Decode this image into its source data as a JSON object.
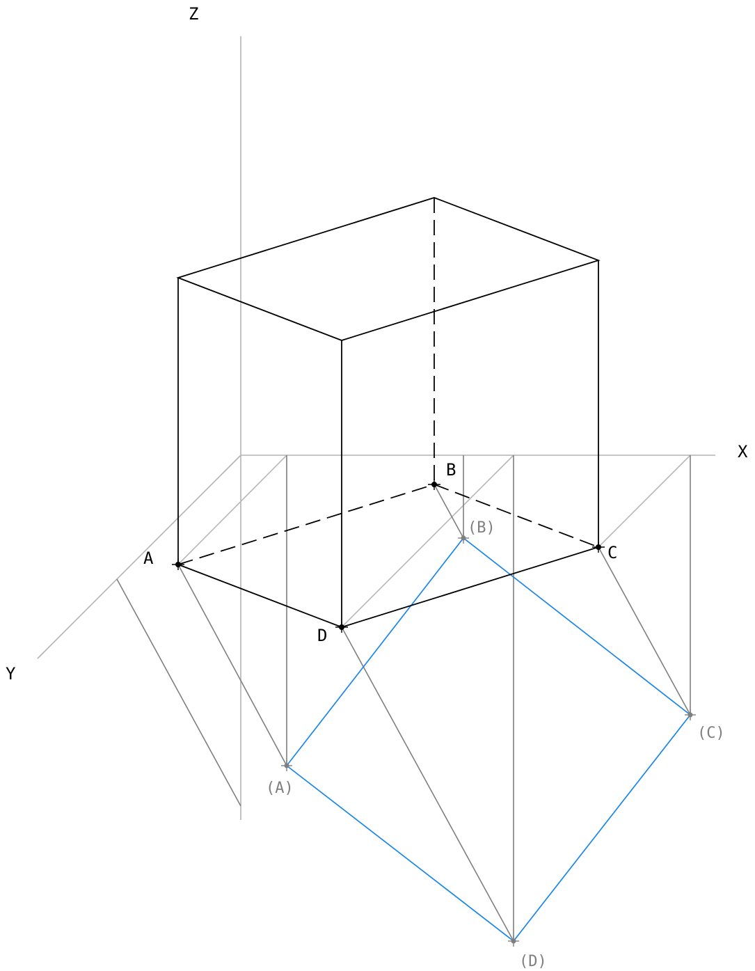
{
  "axes": {
    "x_label": "X",
    "y_label": "Y",
    "z_label": "Z"
  },
  "points": {
    "A": "A",
    "B": "B",
    "C": "C",
    "D": "D"
  },
  "projected_points": {
    "A": "(A)",
    "B": "(B)",
    "C": "(C)",
    "D": "(D)"
  },
  "colors": {
    "edge": "#000000",
    "axis": "#b3b3b3",
    "projection": "#7f7f7f",
    "rotated_square": "#1a86e8"
  }
}
